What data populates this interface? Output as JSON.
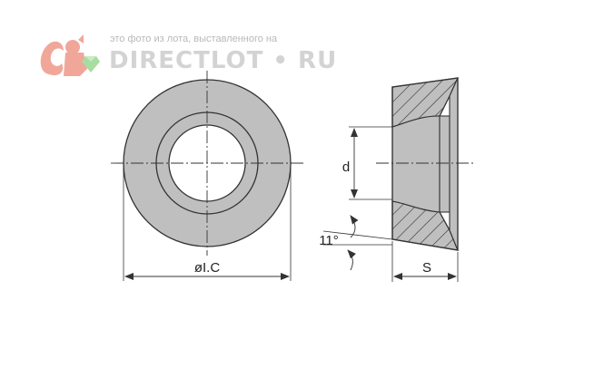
{
  "watermark": {
    "caption": "это фото из лота, выставленного на",
    "brand": "DIRECTLOT • RU",
    "logo_icon": "squirrel-gem-logo"
  },
  "drawing": {
    "diameter_label": "øI.C",
    "bore_label": "d",
    "angle_label": "11°",
    "thickness_label": "S"
  },
  "colors": {
    "fill": "#bfbfbf",
    "line": "#333333",
    "watermark": "#d3d3d3",
    "logo": "#f0a79a"
  }
}
